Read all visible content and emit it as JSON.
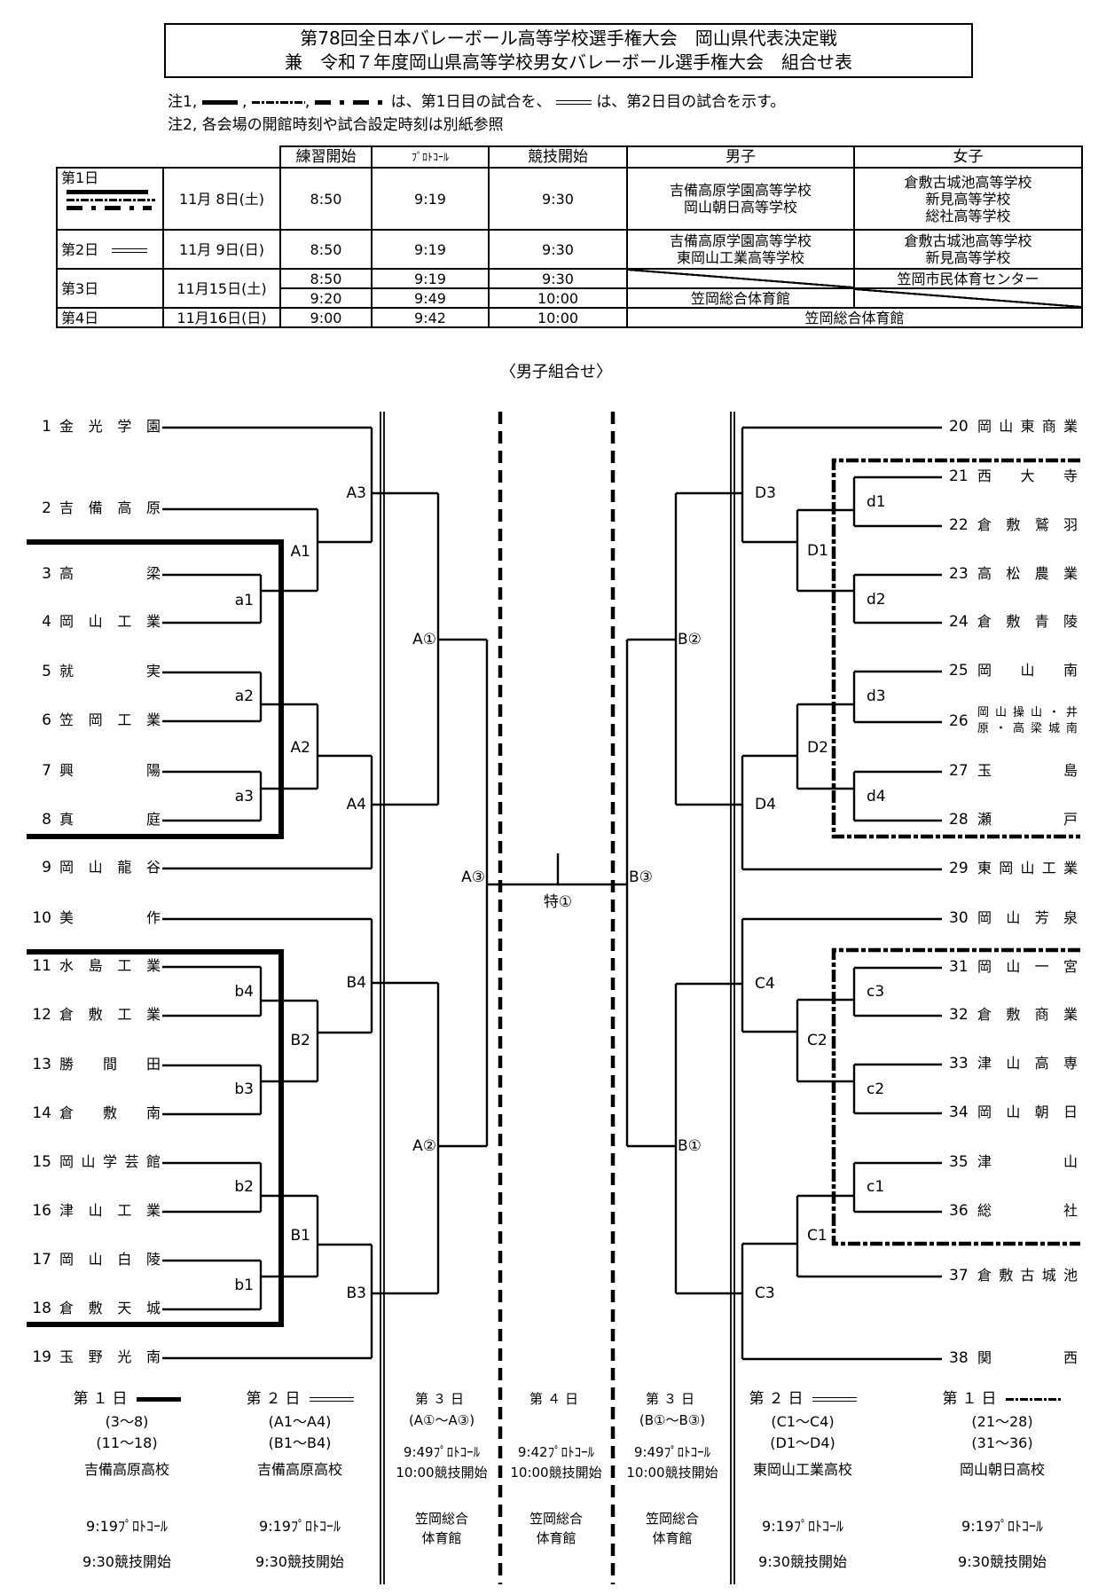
{
  "title": {
    "line1": "第78回全日本バレーボール高等学校選手権大会　岡山県代表決定戦",
    "line2": "兼　令和７年度岡山県高等学校男女バレーボール選手権大会　組合せ表"
  },
  "notes": {
    "note1_prefix": "注1,",
    "note1_sep": ",",
    "note1_day1_text": "は、第1日目の試合を、",
    "note1_day2_text": "は、第2日目の試合を示す。",
    "note2": "注2, 各会場の開館時刻や試合設定時刻は別紙参照",
    "line_styles": {
      "day1": [
        "solid-thick",
        "dashed",
        "dash-dot"
      ],
      "day2": "double"
    }
  },
  "schedule": {
    "headers": [
      "練習開始",
      "ﾌﾟﾛﾄｺｰﾙ",
      "競技開始",
      "男子",
      "女子"
    ],
    "rows": [
      {
        "day": "第1日",
        "date": "11月 8日(土)",
        "practice": "8:50",
        "protocol": "9:19",
        "start": "9:30",
        "boys": [
          "吉備高原学園高等学校",
          "岡山朝日高等学校"
        ],
        "girls": [
          "倉敷古城池高等学校",
          "新見高等学校",
          "総社高等学校"
        ]
      },
      {
        "day": "第2日",
        "date": "11月 9日(日)",
        "practice": "8:50",
        "protocol": "9:19",
        "start": "9:30",
        "boys": [
          "吉備高原学園高等学校",
          "東岡山工業高等学校"
        ],
        "girls": [
          "倉敷古城池高等学校",
          "新見高等学校"
        ]
      },
      {
        "day": "第3日",
        "date": "11月15日(土)",
        "slots": [
          {
            "practice": "8:50",
            "protocol": "9:19",
            "start": "9:30",
            "boys": null,
            "girls": "笠岡市民体育センター"
          },
          {
            "practice": "9:20",
            "protocol": "9:49",
            "start": "10:00",
            "boys": "笠岡総合体育館",
            "girls": null
          }
        ]
      },
      {
        "day": "第4日",
        "date": "11月16日(日)",
        "practice": "9:00",
        "protocol": "9:42",
        "start": "10:00",
        "both": "笠岡総合体育館"
      }
    ]
  },
  "section_title": "〈男子組合せ〉",
  "bracket": {
    "left_teams": [
      {
        "no": "1",
        "name": "金光学園"
      },
      {
        "no": "2",
        "name": "吉備高原"
      },
      {
        "no": "3",
        "name": "高梁"
      },
      {
        "no": "4",
        "name": "岡山工業"
      },
      {
        "no": "5",
        "name": "就実"
      },
      {
        "no": "6",
        "name": "笠岡工業"
      },
      {
        "no": "7",
        "name": "興陽"
      },
      {
        "no": "8",
        "name": "真庭"
      },
      {
        "no": "9",
        "name": "岡山龍谷"
      },
      {
        "no": "10",
        "name": "美作"
      },
      {
        "no": "11",
        "name": "水島工業"
      },
      {
        "no": "12",
        "name": "倉敷工業"
      },
      {
        "no": "13",
        "name": "勝間田"
      },
      {
        "no": "14",
        "name": "倉敷南"
      },
      {
        "no": "15",
        "name": "岡山学芸館"
      },
      {
        "no": "16",
        "name": "津山工業"
      },
      {
        "no": "17",
        "name": "岡山白陵"
      },
      {
        "no": "18",
        "name": "倉敷天城"
      },
      {
        "no": "19",
        "name": "玉野光南"
      }
    ],
    "right_teams": [
      {
        "no": "20",
        "name": "岡山東商業"
      },
      {
        "no": "21",
        "name": "西大寺"
      },
      {
        "no": "22",
        "name": "倉敷鷲羽"
      },
      {
        "no": "23",
        "name": "高松農業"
      },
      {
        "no": "24",
        "name": "倉敷青陵"
      },
      {
        "no": "25",
        "name": "岡山南"
      },
      {
        "no": "26",
        "name": "岡山操山・井原・高梁城南"
      },
      {
        "no": "27",
        "name": "玉島"
      },
      {
        "no": "28",
        "name": "瀬戸"
      },
      {
        "no": "29",
        "name": "東岡山工業"
      },
      {
        "no": "30",
        "name": "岡山芳泉"
      },
      {
        "no": "31",
        "name": "岡山一宮"
      },
      {
        "no": "32",
        "name": "倉敷商業"
      },
      {
        "no": "33",
        "name": "津山高専"
      },
      {
        "no": "34",
        "name": "岡山朝日"
      },
      {
        "no": "35",
        "name": "津山"
      },
      {
        "no": "36",
        "name": "総社"
      },
      {
        "no": "37",
        "name": "倉敷古城池"
      },
      {
        "no": "38",
        "name": "関西"
      }
    ],
    "match_labels": {
      "a1": "a1",
      "a2": "a2",
      "a3": "a3",
      "A1": "A1",
      "A2": "A2",
      "A3": "A3",
      "A4": "A4",
      "b1": "b1",
      "b2": "b2",
      "b3": "b3",
      "b4": "b4",
      "B1": "B1",
      "B2": "B2",
      "B3": "B3",
      "B4": "B4",
      "Ac1": "A①",
      "Ac2": "A②",
      "Ac3": "A③",
      "Bc1": "B①",
      "Bc2": "B②",
      "Bc3": "B③",
      "final": "特①",
      "C1": "C1",
      "C2": "C2",
      "C3": "C3",
      "C4": "C4",
      "c1": "c1",
      "c2": "c2",
      "c3": "c3",
      "D1": "D1",
      "D2": "D2",
      "D3": "D3",
      "D4": "D4",
      "d1": "d1",
      "d2": "d2",
      "d3": "d3",
      "d4": "d4"
    }
  },
  "legend": [
    {
      "day": "第１日",
      "line_style": "solid-thick",
      "ranges": [
        "(3～8)",
        "(11～18)"
      ],
      "venue": "吉備高原高校",
      "protocol": "9:19ﾌﾟﾛﾄｺｰﾙ",
      "start": "9:30競技開始"
    },
    {
      "day": "第２日",
      "line_style": "double",
      "ranges": [
        "(A1～A4)",
        "(B1～B4)"
      ],
      "venue": "吉備高原高校",
      "protocol": "9:19ﾌﾟﾛﾄｺｰﾙ",
      "start": "9:30競技開始"
    },
    {
      "day": "第３日",
      "ranges": [
        "(A①～A③)"
      ],
      "protocol": "9:49ﾌﾟﾛﾄｺｰﾙ",
      "start": "10:00競技開始",
      "venue": [
        "笠岡総合",
        "体育館"
      ]
    },
    {
      "day": "第４日",
      "ranges": [],
      "protocol": "9:42ﾌﾟﾛﾄｺｰﾙ",
      "start": "10:00競技開始",
      "venue": [
        "笠岡総合",
        "体育館"
      ]
    },
    {
      "day": "第３日",
      "ranges": [
        "(B①～B③)"
      ],
      "protocol": "9:49ﾌﾟﾛﾄｺｰﾙ",
      "start": "10:00競技開始",
      "venue": [
        "笠岡総合",
        "体育館"
      ]
    },
    {
      "day": "第２日",
      "line_style": "double",
      "ranges": [
        "(C1～C4)",
        "(D1～D4)"
      ],
      "venue": "東岡山工業高校",
      "protocol": "9:19ﾌﾟﾛﾄｺｰﾙ",
      "start": "9:30競技開始"
    },
    {
      "day": "第１日",
      "line_style": "dashed",
      "ranges": [
        "(21～28)",
        "(31～36)"
      ],
      "venue": "岡山朝日高校",
      "protocol": "9:19ﾌﾟﾛﾄｺｰﾙ",
      "start": "9:30競技開始"
    }
  ]
}
